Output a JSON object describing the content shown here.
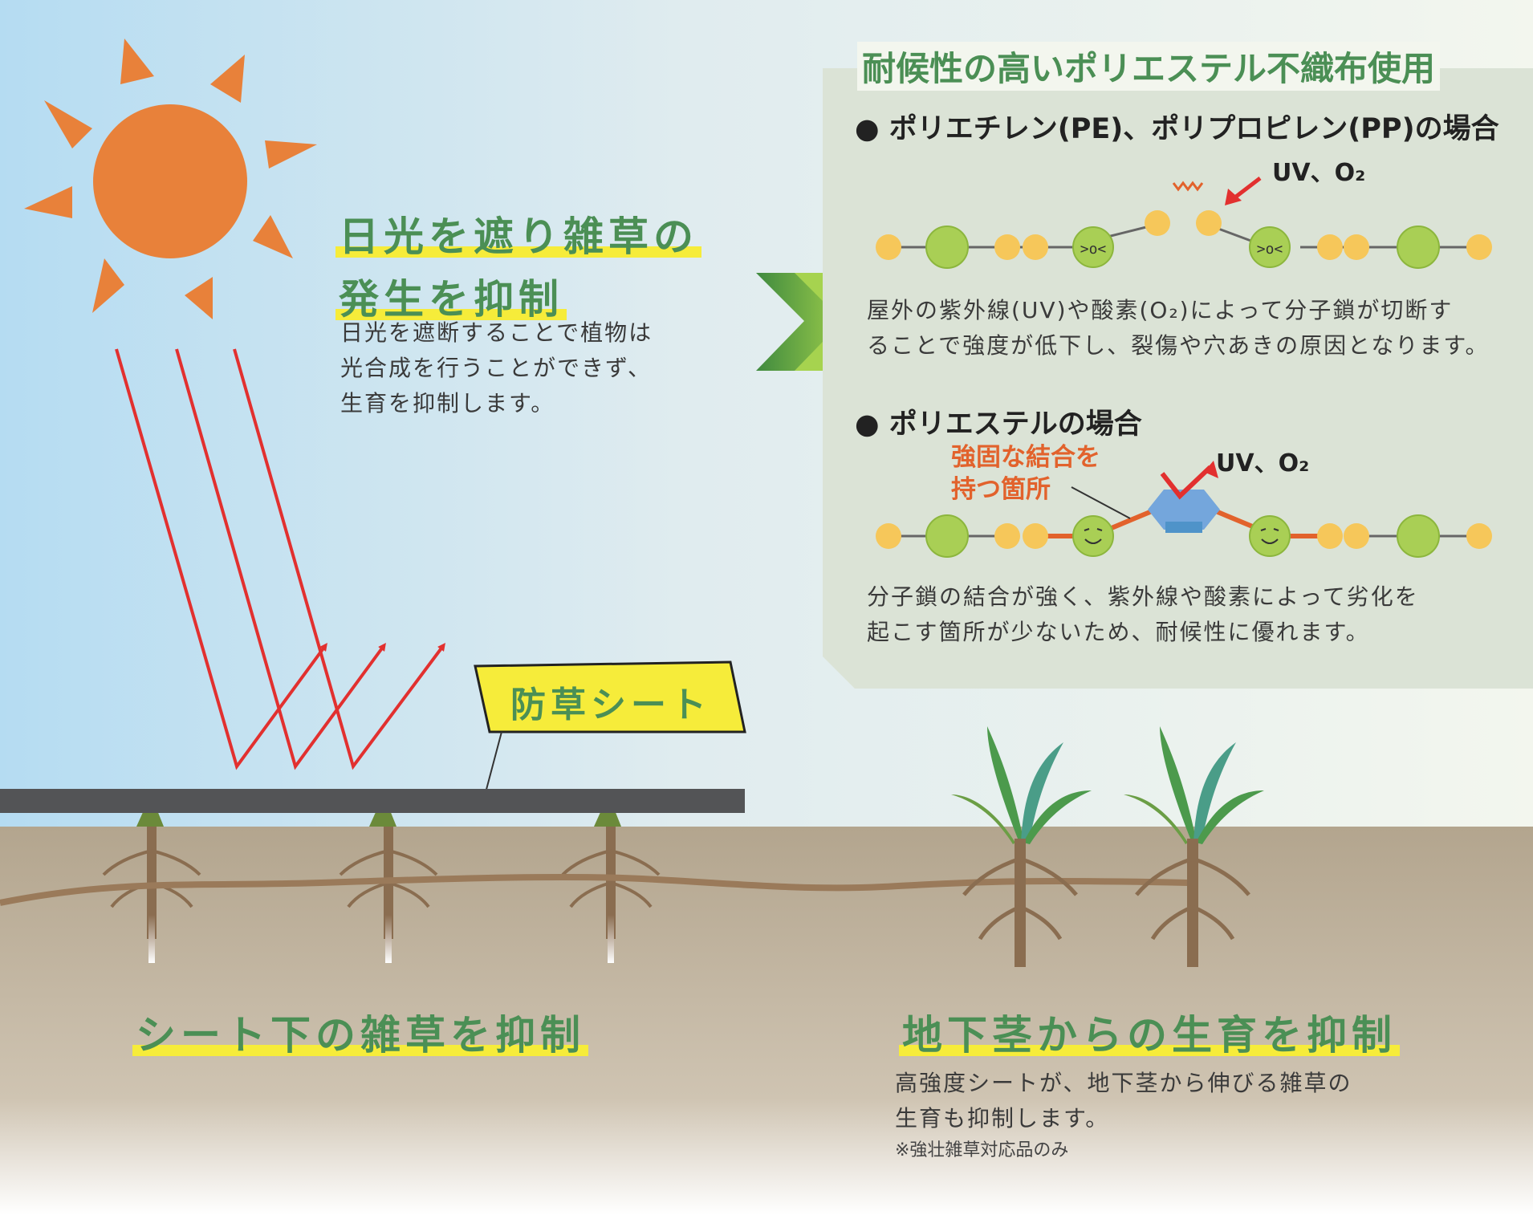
{
  "sun_headline": {
    "line1": "日光を遮り雑草の",
    "line2": "発生を抑制"
  },
  "sun_body": {
    "line1": "日光を遮断することで植物は",
    "line2": "光合成を行うことができず、",
    "line3": "生育を抑制します。"
  },
  "sheet_label": "防草シート",
  "panel": {
    "title": "耐候性の高いポリエステル不織布使用",
    "case_pe": {
      "heading": "● ポリエチレン(PE)、ポリプロピレン(PP)の場合",
      "uv_label": "UV、O₂",
      "body_line1": "屋外の紫外線(UV)や酸素(O₂)によって分子鎖が切断す",
      "body_line2": "ることで強度が低下し、裂傷や穴あきの原因となります。"
    },
    "case_polyester": {
      "heading": "● ポリエステルの場合",
      "strong_bond_line1": "強固な結合を",
      "strong_bond_line2": "持つ箇所",
      "uv_label": "UV、O₂",
      "body_line1": "分子鎖の結合が強く、紫外線や酸素によって劣化を",
      "body_line2": "起こす箇所が少ないため、耐候性に優れます。"
    }
  },
  "bottom_left_headline": "シート下の雑草を抑制",
  "bottom_right": {
    "headline": "地下茎からの生育を抑制",
    "body_line1": "高強度シートが、地下茎から伸びる雑草の",
    "body_line2": "生育も抑制します。",
    "note": "※強壮雑草対応品のみ"
  },
  "colors": {
    "sky_left": "#b5dcf2",
    "sky_right": "#f3f6ee",
    "sun": "#e8813a",
    "ray": "#e2302f",
    "sheet": "#535456",
    "soil": "#b7aa95",
    "highlight_yellow": "#f6ec3a",
    "headline_green": "#4b8f55",
    "panel_bg": "#dbe3d6",
    "molecule_yellow": "#f6c75a",
    "molecule_green": "#a9cf55",
    "bond_orange": "#e2622c",
    "hexagon_blue": "#74a6dc",
    "strong_bond_label": "#e2622c"
  },
  "icons": [
    "sun-icon",
    "reflected-ray-arrow-icon",
    "chevron-right-icon",
    "molecule-chain-icon",
    "angry-face-icon",
    "smile-face-icon",
    "hexagon-bond-icon",
    "uv-arrow-icon",
    "weed-icon",
    "grass-plant-icon"
  ]
}
